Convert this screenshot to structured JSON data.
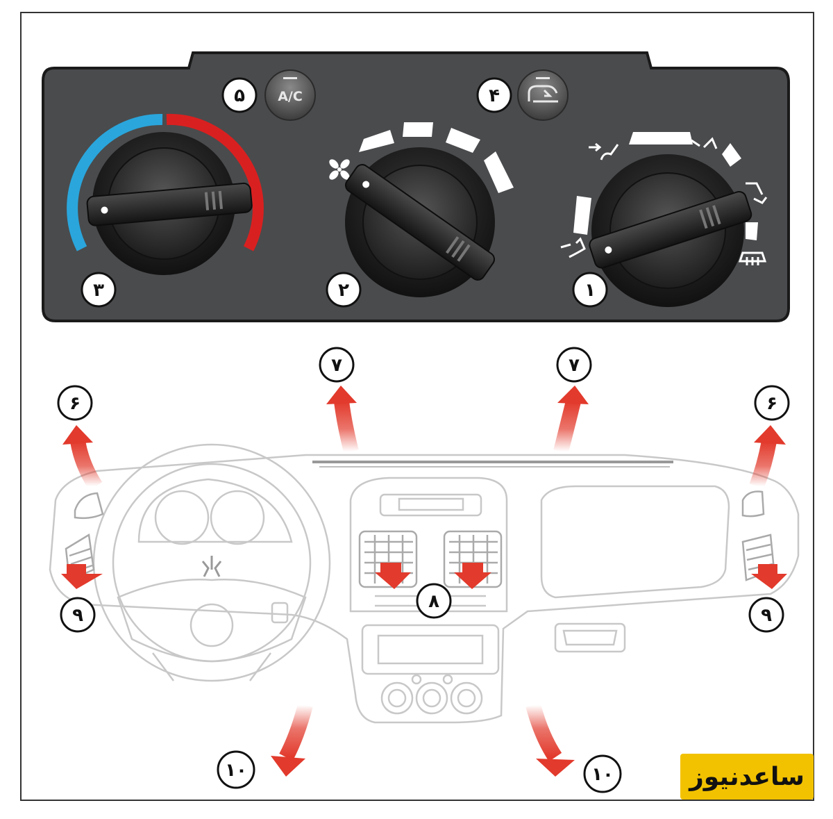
{
  "panel": {
    "buttons": {
      "ac_label": "A/C"
    },
    "callouts": {
      "c1": "۱",
      "c2": "۲",
      "c3": "۳",
      "c4": "۴",
      "c5": "۵"
    }
  },
  "dashboard": {
    "callouts": {
      "c6_left": "۶",
      "c6_right": "۶",
      "c7_left": "۷",
      "c7_right": "۷",
      "c8": "۸",
      "c9_left": "۹",
      "c9_right": "۹",
      "c10_left": "۱۰",
      "c10_right": "۱۰"
    }
  },
  "watermark": {
    "text": "ساعدنیوز"
  },
  "colors": {
    "panel": "#4a4b4d",
    "panel_border": "#1a1a1a",
    "cold": "#2aa6dc",
    "hot": "#d92020",
    "airflow_arrow": "#e23a2c",
    "watermark_bg": "#f2c200"
  }
}
